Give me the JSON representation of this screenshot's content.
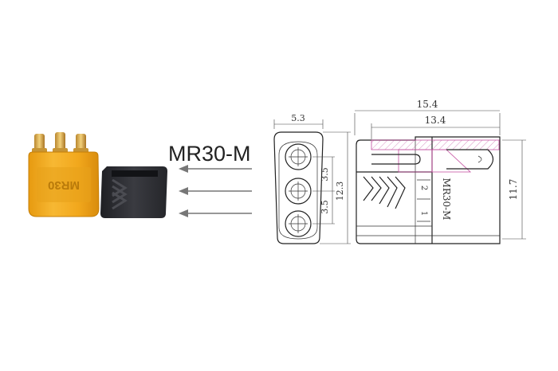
{
  "product_label": "MR30-M",
  "housing_marking": "MR30",
  "side_view_marking": "MR30-M",
  "front_view_dims": {
    "width": "5.3",
    "pitch_top": "3.5",
    "pitch_bottom": "3.5",
    "height": "12.3"
  },
  "side_view_dims": {
    "overall_length": "15.4",
    "inner_length": "13.4",
    "height": "11.7"
  },
  "side_view_labels": [
    "2",
    "1"
  ],
  "colors": {
    "housing_yellow": "#f2a81d",
    "cap_black": "#2d2e33",
    "gold_pin": "#d9a441",
    "arrow_gray": "#777777",
    "section_pink": "#c24a9d"
  }
}
